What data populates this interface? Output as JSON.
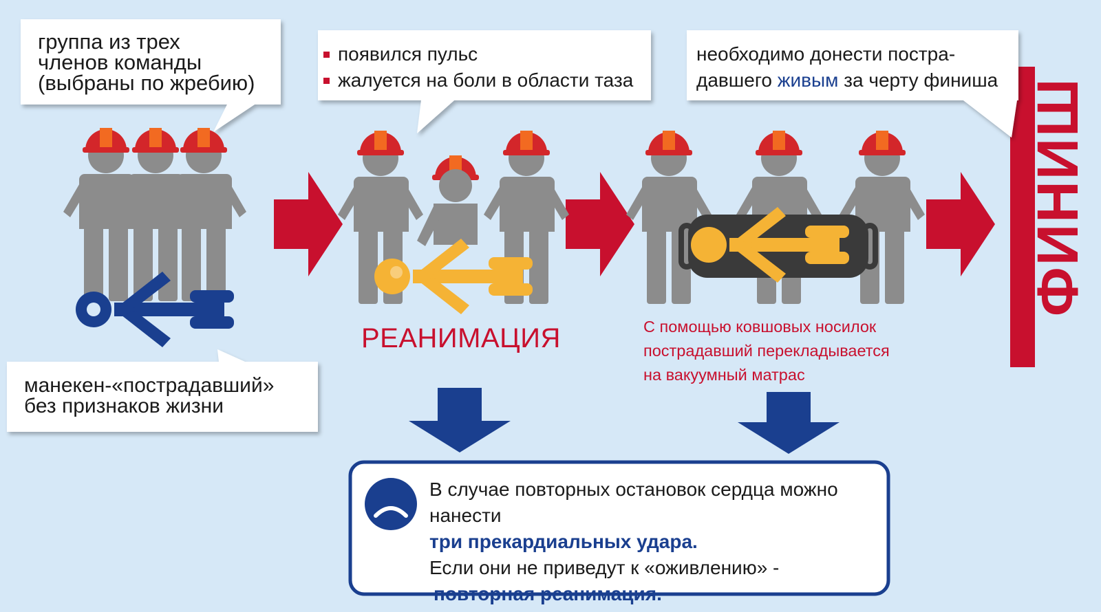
{
  "bubbles": {
    "team": [
      "группа из трех",
      "членов команды",
      "(выбраны по жребию)"
    ],
    "pulse": [
      "появился пульс",
      "жалуется на боли в области таза"
    ],
    "goal": {
      "line1": "необходимо донести постра-",
      "line2_before": "давшего ",
      "line2_highlight": "живым",
      "line2_after": " за черту финиша"
    },
    "mannequin": [
      "манекен-«пострадавший»",
      "без признаков жизни"
    ]
  },
  "labels": {
    "reanimation": "РЕАНИМАЦИЯ",
    "stretcher_caption": [
      "С помощью ковшовых носилок",
      "пострадавший перекладывается",
      "на вакуумный матрас"
    ],
    "finish": "ФИНИШ"
  },
  "note": {
    "line1": "В случае повторных остановок сердца можно",
    "line2_before": "нанести ",
    "line2_bold": "три прекардиальных удара.",
    "line3": "Если они не приведут к «оживлению» -",
    "line4_bold": "повторная реанимация."
  },
  "colors": {
    "background": "#d6e8f7",
    "accent_red": "#c8102e",
    "navy": "#1a3f8f",
    "person_gray": "#8c8c8c",
    "victim_blue": "#1a3f8f",
    "victim_yellow": "#f5b335",
    "helmet_red": "#d3262a",
    "helmet_orange": "#f26a21"
  },
  "icons": [
    "person-icon",
    "helmet-icon",
    "arrow-right-icon",
    "arrow-down-icon",
    "sad-face-icon",
    "stretcher-icon"
  ]
}
